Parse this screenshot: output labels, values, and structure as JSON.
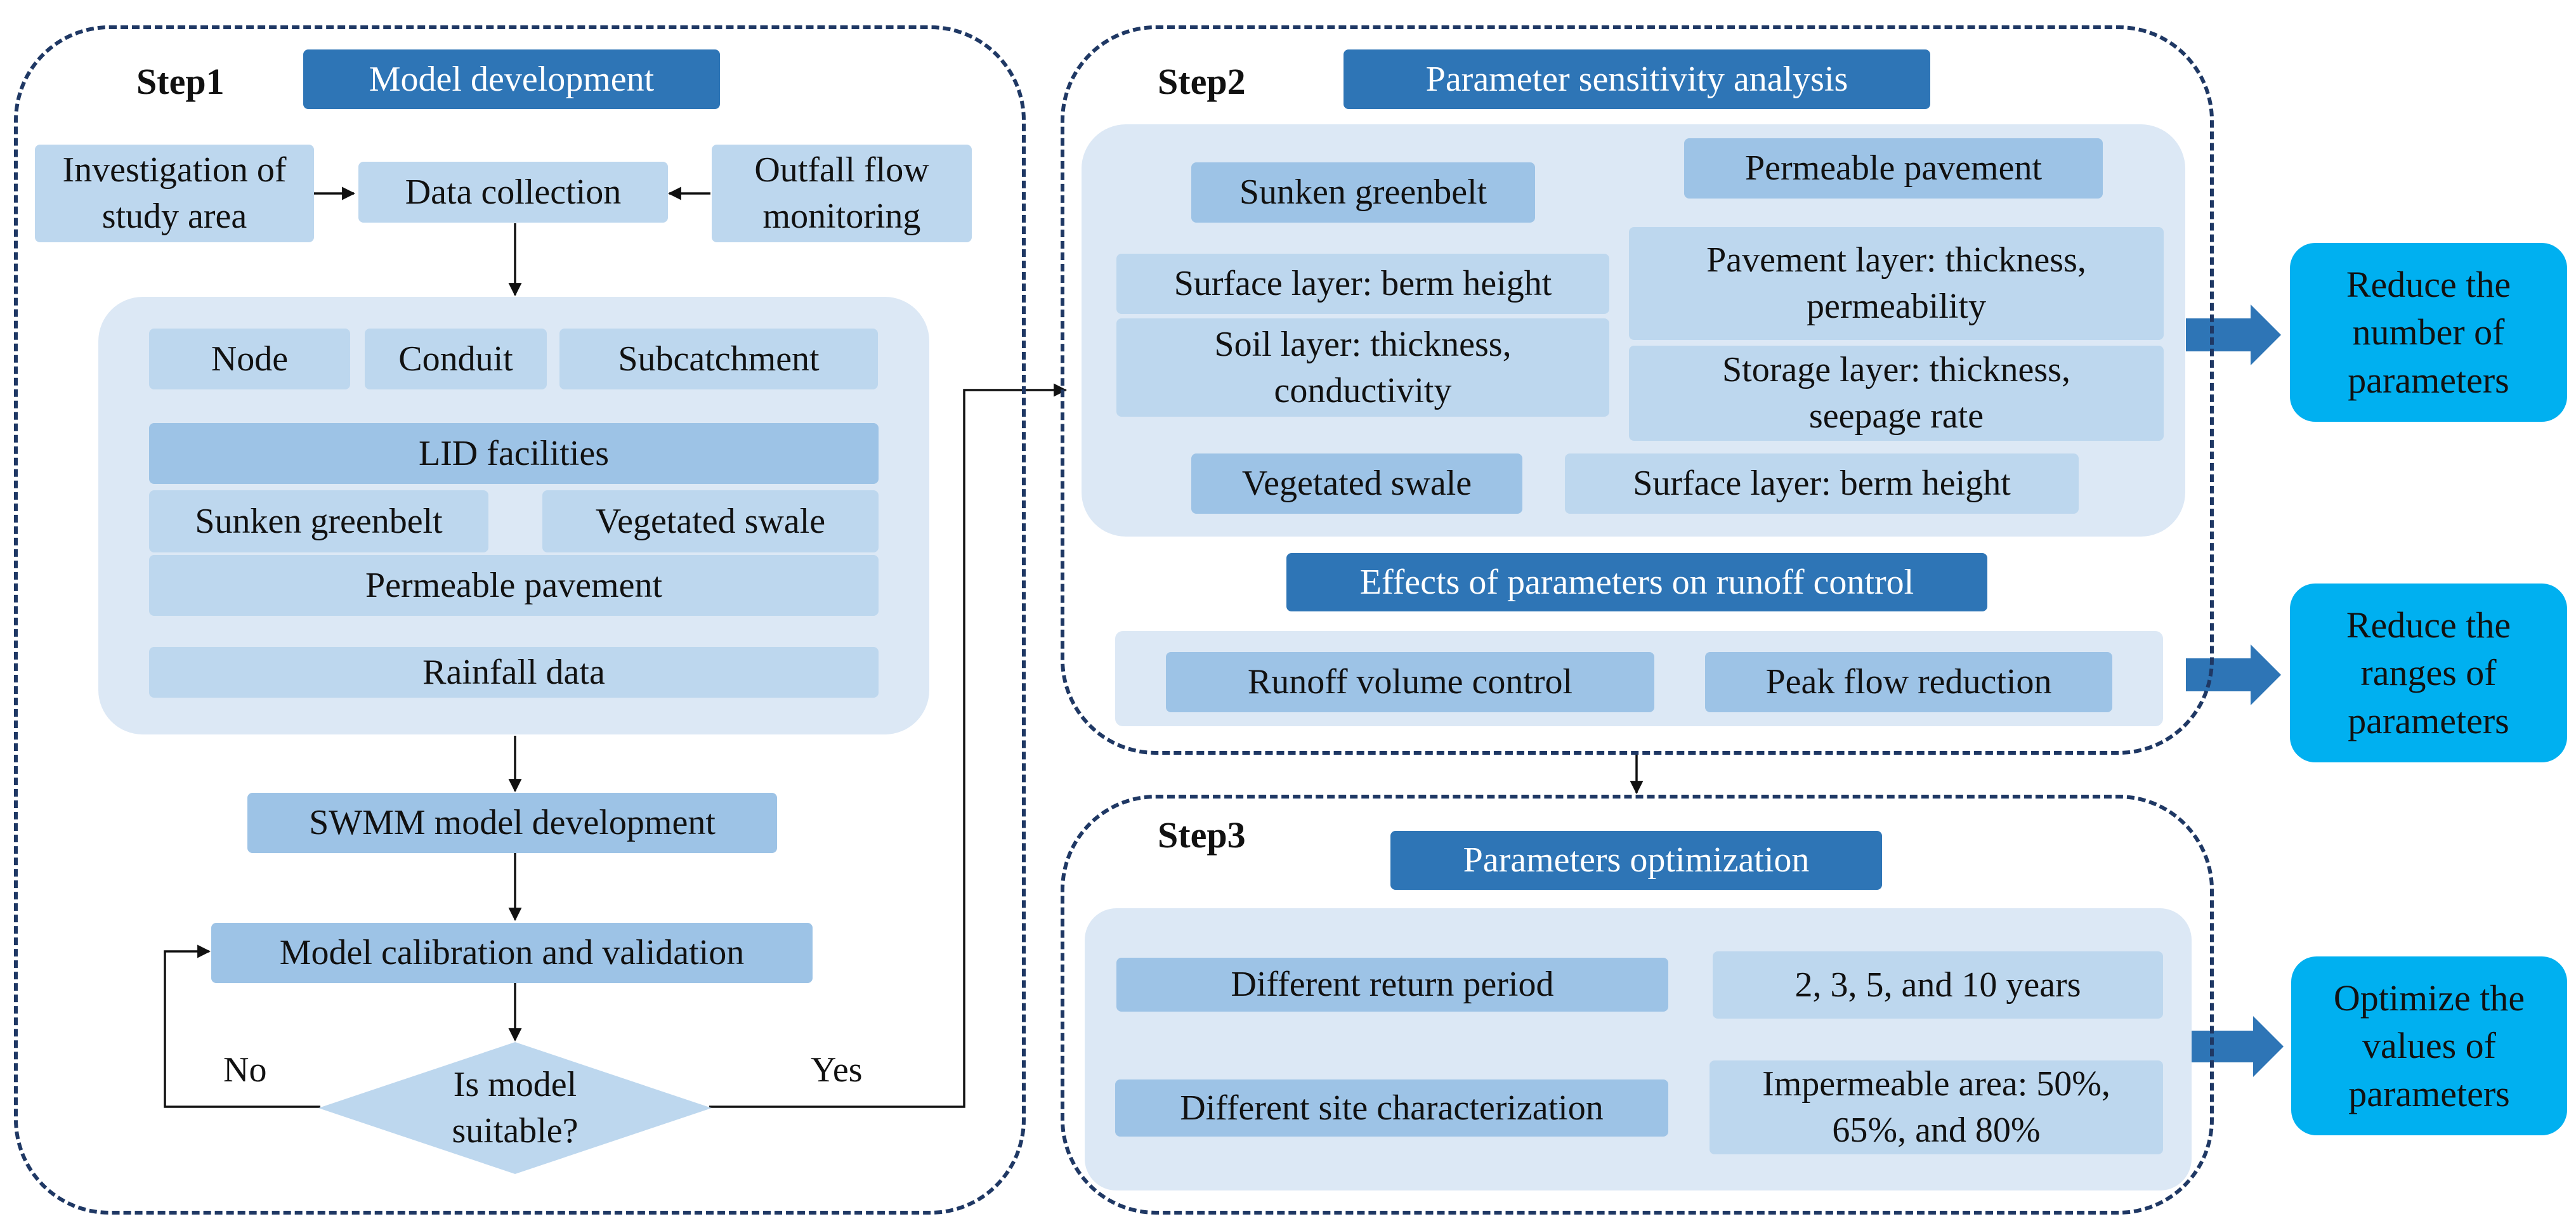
{
  "step1": {
    "label": "Step1",
    "title": "Model development",
    "investigation": "Investigation of study area",
    "data_collection": "Data collection",
    "outfall": "Outfall flow monitoring",
    "node": "Node",
    "conduit": "Conduit",
    "subcatchment": "Subcatchment",
    "lid": "LID facilities",
    "sunken_greenbelt": "Sunken greenbelt",
    "vegetated_swale": "Vegetated swale",
    "permeable_pavement": "Permeable pavement",
    "rainfall": "Rainfall data",
    "swmm": "SWMM model development",
    "calibration": "Model calibration and validation",
    "decision": "Is model suitable?",
    "no": "No",
    "yes": "Yes"
  },
  "step2": {
    "label": "Step2",
    "title": "Parameter sensitivity analysis",
    "sunken_greenbelt": "Sunken greenbelt",
    "surface_berm": "Surface layer: berm height",
    "soil_layer": "Soil layer: thickness, conductivity",
    "permeable_pavement": "Permeable pavement",
    "pavement_layer": "Pavement layer: thickness, permeability",
    "storage_layer": "Storage layer: thickness, seepage rate",
    "vegetated_swale": "Vegetated swale",
    "swale_surface": "Surface layer: berm height",
    "effects_title": "Effects of parameters on runoff control",
    "runoff_volume": "Runoff volume control",
    "peak_flow": "Peak flow reduction"
  },
  "step3": {
    "label": "Step3",
    "title": "Parameters optimization",
    "return_period": "Different return period",
    "return_values": "2, 3, 5, and 10 years",
    "site_char": "Different site characterization",
    "impermeable": "Impermeable area: 50%, 65%, and 80%"
  },
  "outcomes": {
    "reduce_number": "Reduce the number of parameters",
    "reduce_ranges": "Reduce the ranges of parameters",
    "optimize": "Optimize the values of parameters"
  },
  "colors": {
    "frame": "#1f3864",
    "dark_box": "#2e75b6",
    "light_box": "#bdd7ee",
    "medium_box": "#9dc3e6",
    "panel": "#dce8f5",
    "outcome": "#00b0f0"
  }
}
